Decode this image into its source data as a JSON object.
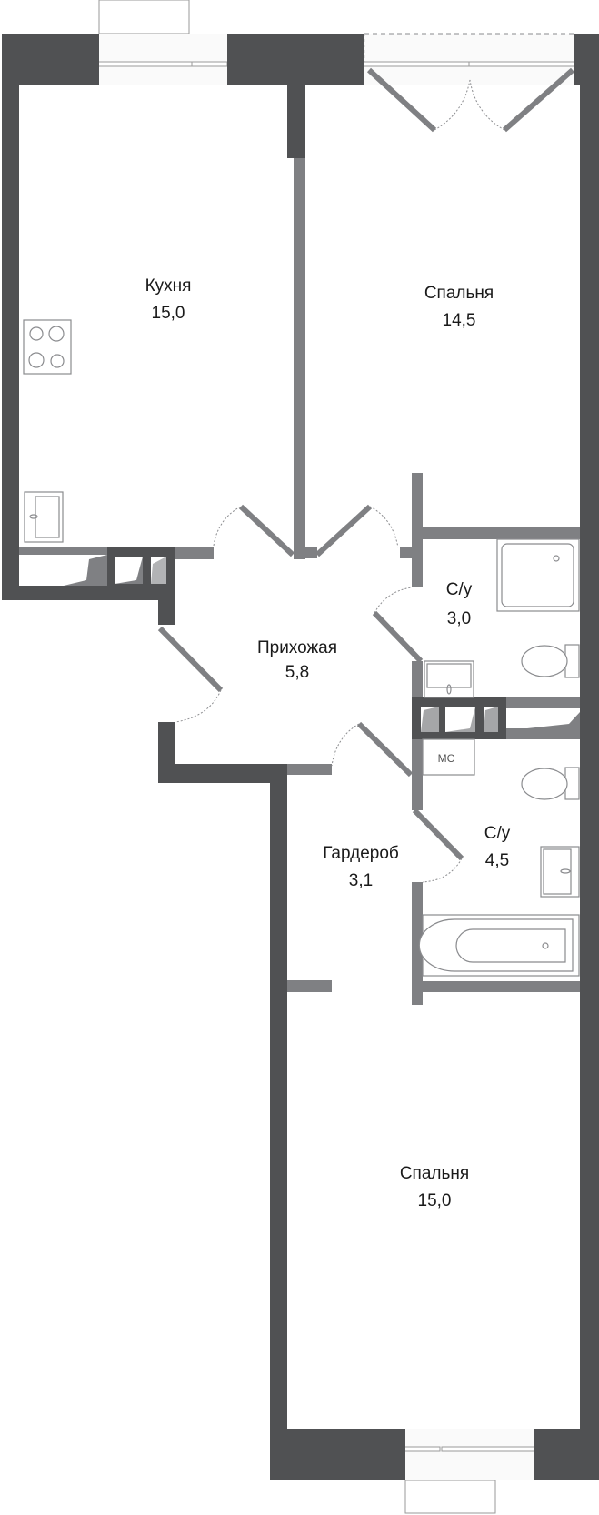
{
  "rooms": [
    {
      "name": "Кухня",
      "area": "15,0"
    },
    {
      "name": "Спальня",
      "area": "14,5"
    },
    {
      "name": "С/у",
      "area": "3,0"
    },
    {
      "name": "Прихожая",
      "area": "5,8"
    },
    {
      "name": "Гардероб",
      "area": "3,1"
    },
    {
      "name": "С/у",
      "area": "4,5"
    },
    {
      "name": "Спальня",
      "area": "15,0"
    }
  ],
  "labels": {
    "utility_shaft": "МС"
  },
  "colors": {
    "outer_wall": "#505153",
    "inner_wall": "#7f8083",
    "fixtures": "#8a8b8e"
  }
}
